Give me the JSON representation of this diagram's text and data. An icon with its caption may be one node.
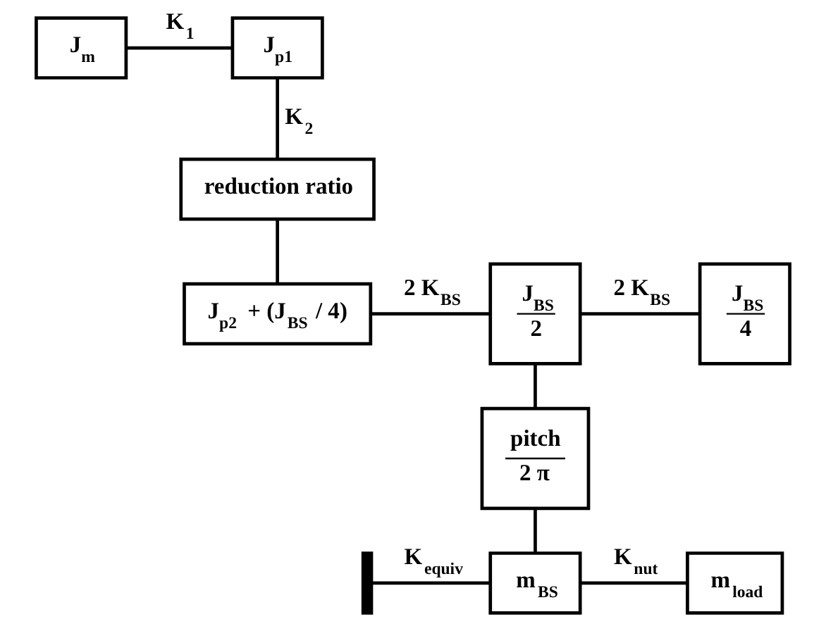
{
  "diagram": {
    "nodes": [
      {
        "text": [
          "J$_{m}$"
        ]
      },
      {
        "text": [
          "J$_{p1}$"
        ]
      },
      {
        "text": [
          "reduction ratio"
        ]
      },
      {
        "text": [
          "J$_{p2}$ + (J$_{BS}$ / 4)"
        ]
      },
      {
        "text": [
          "J$_{BS}$",
          "2"
        ]
      },
      {
        "text": [
          "J$_{BS}$",
          "4"
        ]
      },
      {
        "text": [
          "pitch",
          "2 π"
        ]
      },
      {
        "text": [],
        "shape": "ground"
      },
      {
        "text": [
          "m$_{BS}$"
        ]
      },
      {
        "text": [
          "m$_{load}$"
        ]
      }
    ],
    "edges": [
      {
        "from": 0,
        "to": 1,
        "arrow": "none",
        "label": "K$_{1}$"
      },
      {
        "from": 1,
        "to": 2,
        "arrow": "none",
        "label": "K$_{2}$"
      },
      {
        "from": 2,
        "to": 3,
        "arrow": "none"
      },
      {
        "from": 3,
        "to": 4,
        "arrow": "none",
        "label": "2 K$_{BS}$"
      },
      {
        "from": 4,
        "to": 5,
        "arrow": "none",
        "label": "2 K$_{BS}$"
      },
      {
        "from": 4,
        "to": 6,
        "arrow": "none"
      },
      {
        "from": 6,
        "to": 8,
        "arrow": "none"
      },
      {
        "from": 7,
        "to": 8,
        "arrow": "none",
        "label": "K$_{equiv}$"
      },
      {
        "from": 8,
        "to": 9,
        "arrow": "none",
        "label": "K$_{nut}$"
      }
    ]
  }
}
